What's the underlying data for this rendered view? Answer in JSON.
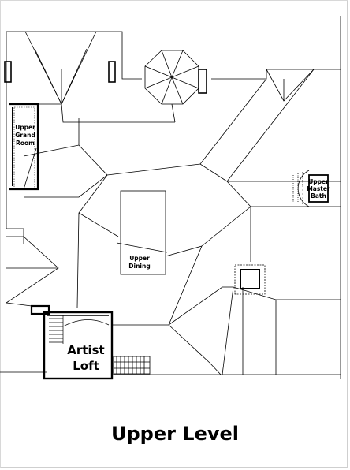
{
  "labels": {
    "upper_grand_room": [
      "Upper",
      "Grand",
      "Room"
    ],
    "upper_master_bath": [
      "Upper",
      "Master",
      "Bath"
    ],
    "upper_dining": [
      "Upper",
      "Dining"
    ],
    "artist_loft": [
      "Artist",
      "Loft"
    ]
  },
  "caption": "Upper Level",
  "colors": {
    "line": "#000000",
    "background": "#ffffff"
  }
}
